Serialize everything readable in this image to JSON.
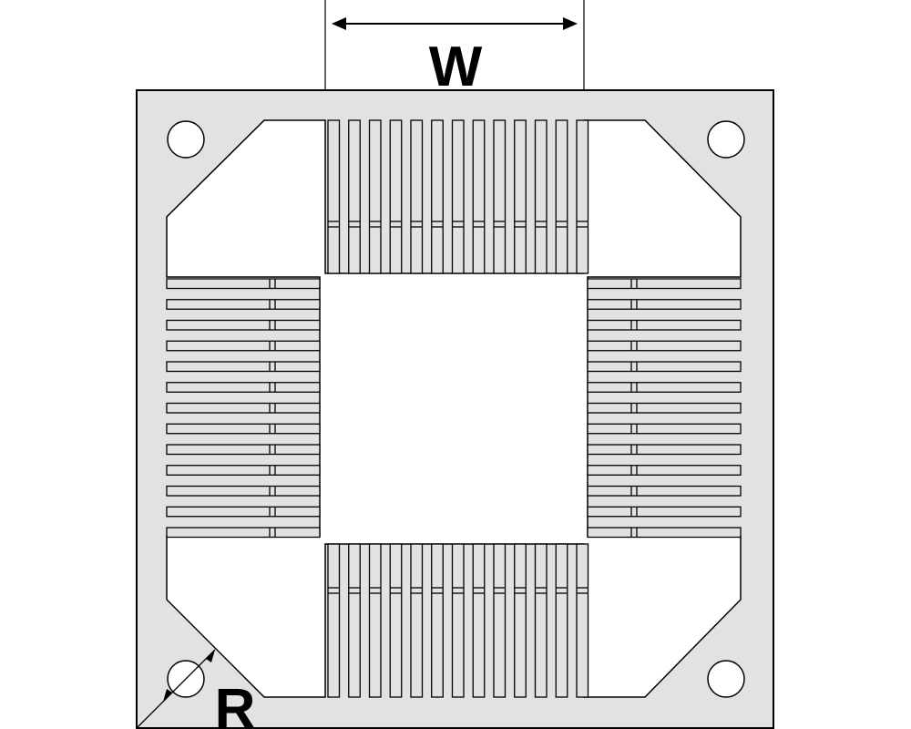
{
  "labels": {
    "width_dim": "W",
    "radius_dim": "R"
  },
  "colors": {
    "frame": "#e2e2e2",
    "stroke": "#000000",
    "cutout": "#ffffff"
  },
  "fingers": {
    "per_side": 13,
    "sides": [
      "top",
      "bottom",
      "left",
      "right"
    ]
  },
  "mounting_holes": 4
}
